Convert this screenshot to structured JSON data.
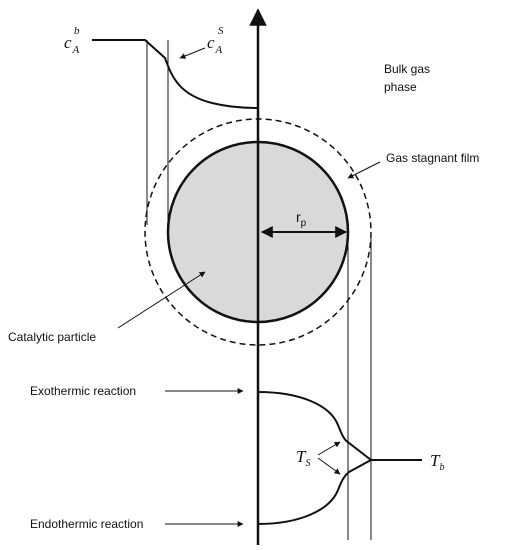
{
  "labels": {
    "bulk_gas_line1": "Bulk gas",
    "bulk_gas_line2": "phase",
    "stagnant_film": "Gas stagnant film",
    "catalytic_particle": "Catalytic particle",
    "exothermic": "Exothermic reaction",
    "endothermic": "Endothermic reaction",
    "radius_base": "r",
    "radius_sub": "p",
    "conc_bulk_base": "c",
    "conc_bulk_sub": "A",
    "conc_bulk_sup": "b",
    "conc_surf_base": "c",
    "conc_surf_sub": "A",
    "conc_surf_sup": "S",
    "temp_surf_base": "T",
    "temp_surf_sub": "S",
    "temp_bulk_base": "T",
    "temp_bulk_sub": "b"
  },
  "colors": {
    "particle_fill": "#d9d9d9",
    "stroke": "#111111"
  }
}
